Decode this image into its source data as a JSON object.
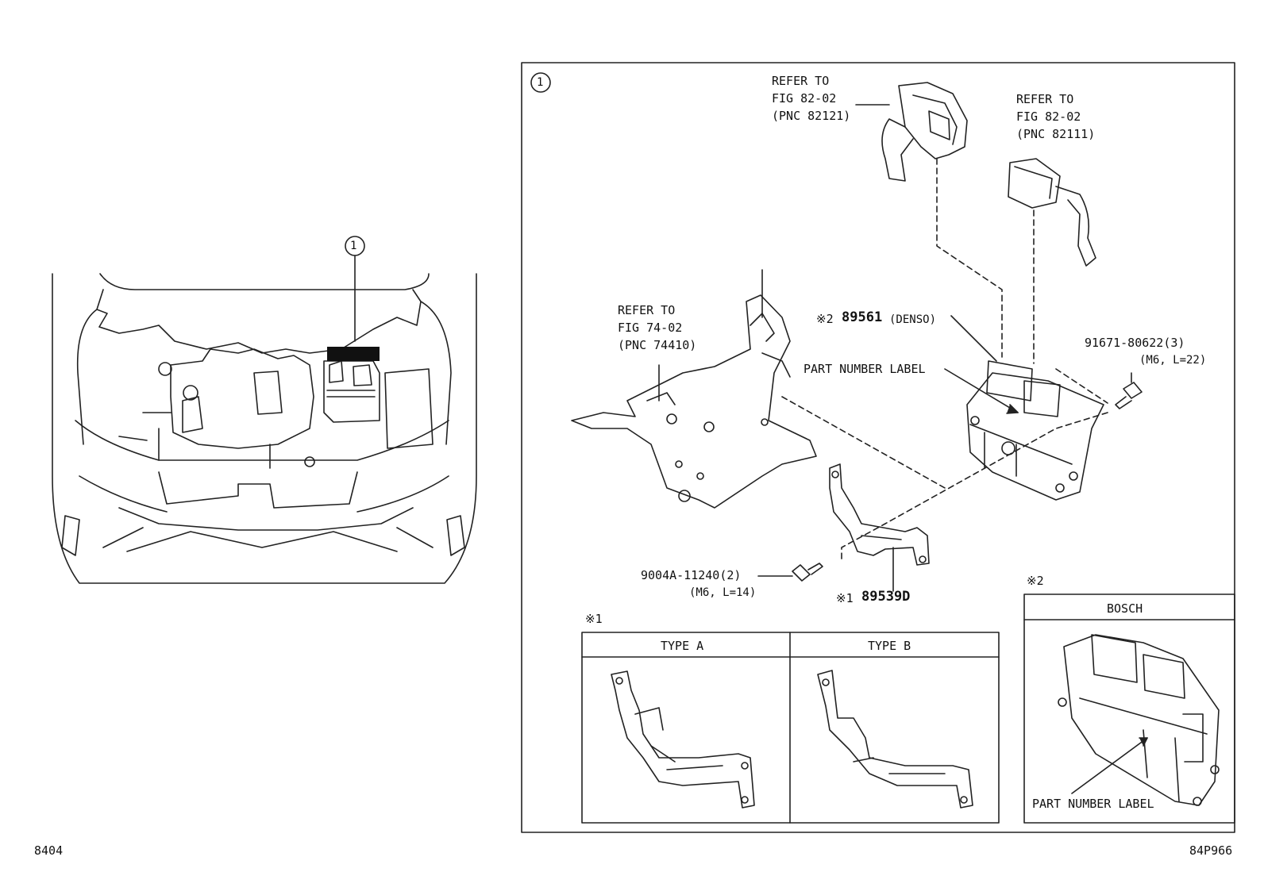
{
  "callout": {
    "circle_number": "1"
  },
  "refs": [
    {
      "line1": "REFER TO",
      "line2": "FIG 82-02",
      "line3": "(PNC 82121)"
    },
    {
      "line1": "REFER TO",
      "line2": "FIG 82-02",
      "line3": "(PNC 82111)"
    },
    {
      "line1": "REFER TO",
      "line2": "FIG 74-02",
      "line3": "(PNC 74410)"
    }
  ],
  "parts": {
    "ecu_mark": "※2",
    "ecu_number": "89561",
    "ecu_maker": "(DENSO)",
    "part_number_label": "PART NUMBER LABEL",
    "bolt_right_number": "91671-80622(3)",
    "bolt_right_spec": "(M6, L=22)",
    "bolt_left_number": "9004A-11240(2)",
    "bolt_left_spec": "(M6, L=14)",
    "bracket_mark": "※1",
    "bracket_number": "89539D"
  },
  "type_table": {
    "mark": "※1",
    "type_a": "TYPE A",
    "type_b": "TYPE B"
  },
  "bosch_box": {
    "mark": "※2",
    "title": "BOSCH",
    "label": "PART NUMBER LABEL"
  },
  "footer": {
    "left_code": "8404",
    "right_code": "84P966"
  }
}
